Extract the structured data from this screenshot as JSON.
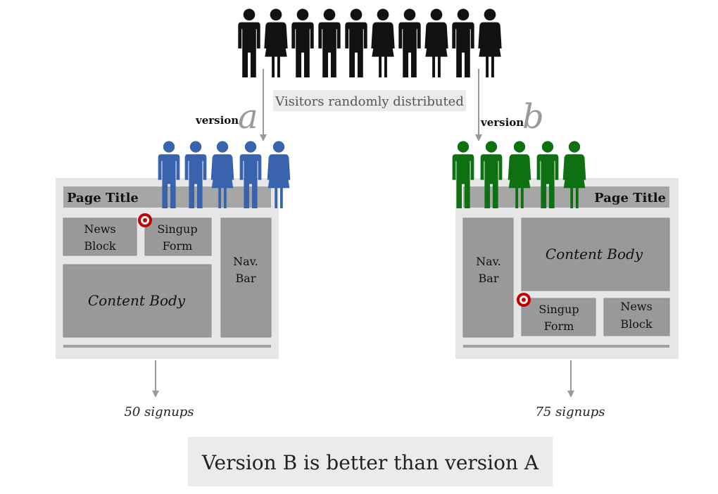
{
  "top_caption": "Visitors randomly distributed",
  "version_a": {
    "word": "version",
    "letter": "a",
    "page_title": "Page Title",
    "news_block": [
      "News",
      "Block"
    ],
    "signup_form": [
      "Singup",
      "Form"
    ],
    "nav_bar": [
      "Nav.",
      "Bar"
    ],
    "content_body": "Content Body",
    "result": "50 signups"
  },
  "version_b": {
    "word": "version",
    "letter": "b",
    "page_title": "Page Title",
    "nav_bar": [
      "Nav.",
      "Bar"
    ],
    "content_body": "Content Body",
    "signup_form": [
      "Singup",
      "Form"
    ],
    "news_block": [
      "News",
      "Block"
    ],
    "result": "75 signups"
  },
  "conclusion": "Version B is better than version A",
  "colors": {
    "visitors": "#111111",
    "group_a": "#3a63ad",
    "group_b": "#0f7012",
    "page_bg": "#e6e6e6",
    "block": "#999999",
    "block_stroke": "#888888",
    "arrow": "#999999",
    "target": "#c00000",
    "caption_bg": "#ebebeb"
  },
  "icons": {
    "person": "person-icon",
    "target": "target-icon"
  }
}
